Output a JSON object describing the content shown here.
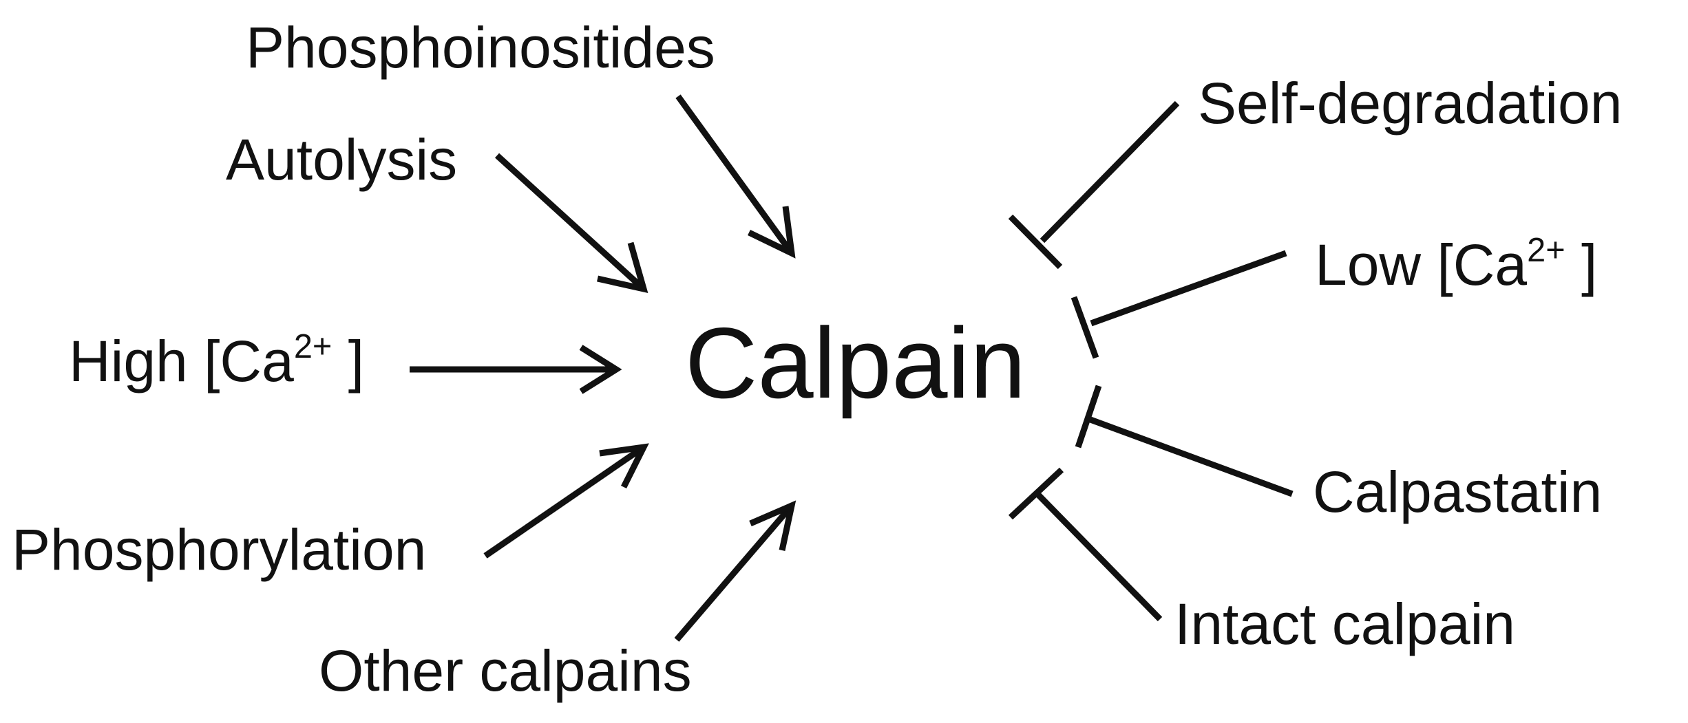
{
  "center": "Calpain",
  "activators": [
    {
      "id": "phosphoinositides",
      "label": "Phosphoinositides"
    },
    {
      "id": "autolysis",
      "label": "Autolysis"
    },
    {
      "id": "high-ca",
      "label_pre": "High [Ca",
      "label_sup": "2+",
      "label_post": " ]"
    },
    {
      "id": "phosphorylation",
      "label": "Phosphorylation"
    },
    {
      "id": "other-calpains",
      "label": "Other calpains"
    }
  ],
  "inhibitors": [
    {
      "id": "self-degradation",
      "label": "Self-degradation"
    },
    {
      "id": "low-ca",
      "label_pre": "Low [Ca",
      "label_sup": "2+",
      "label_post": " ]"
    },
    {
      "id": "calpastatin",
      "label": "Calpastatin"
    },
    {
      "id": "intact-calpain",
      "label": "Intact calpain"
    }
  ]
}
